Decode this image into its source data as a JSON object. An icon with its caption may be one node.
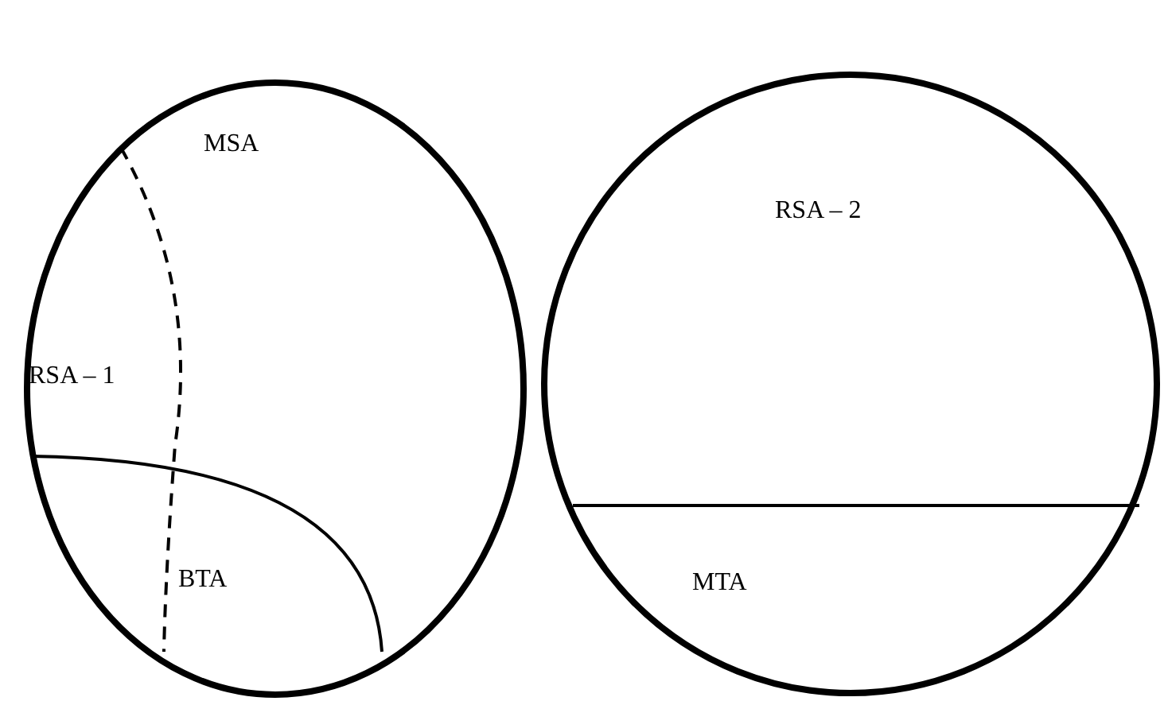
{
  "diagram": {
    "nodes": [
      {
        "text": [
          "MSA",
          "RSA – 1",
          "BTA"
        ]
      },
      {
        "text": [
          "RSA – 2",
          "MTA"
        ]
      }
    ]
  }
}
